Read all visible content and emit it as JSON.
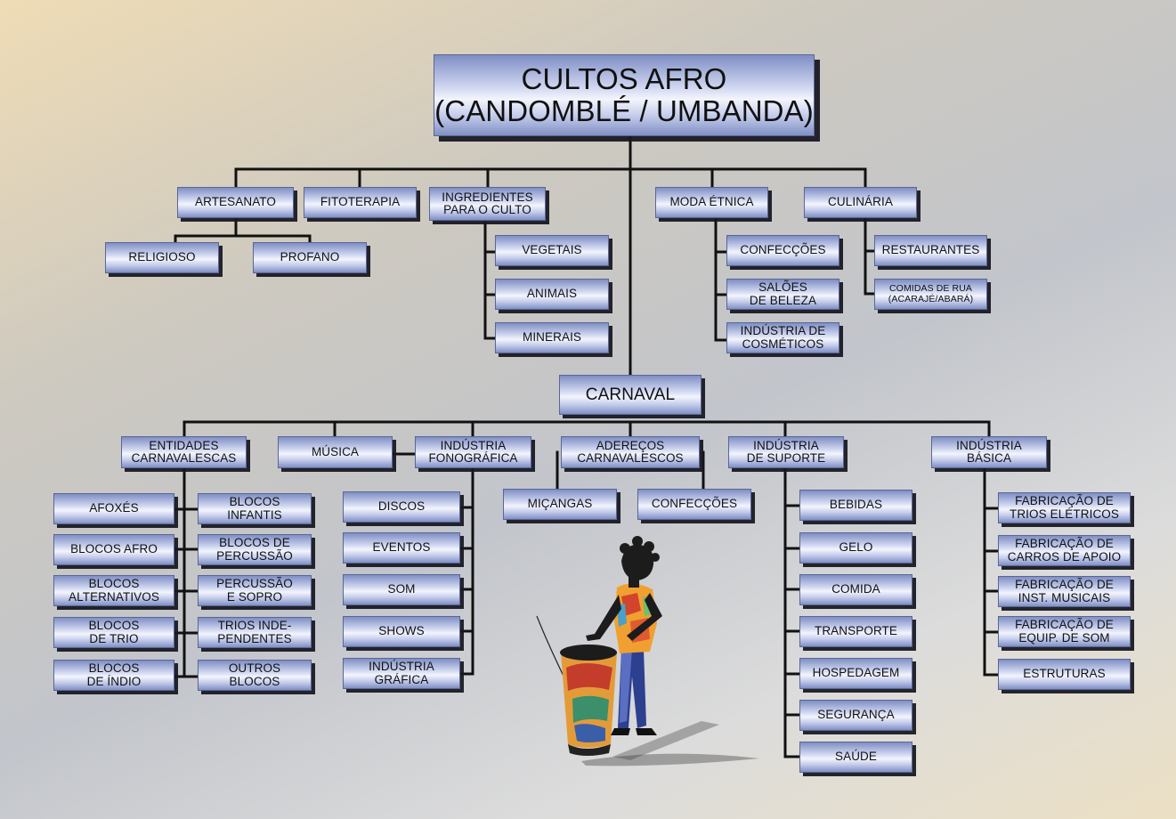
{
  "root": "CULTOS AFRO\n(CANDOMBLÉ / UMBANDA)",
  "branches": {
    "artesanato": "ARTESANATO",
    "religioso": "RELIGIOSO",
    "profano": "PROFANO",
    "fitoterapia": "FITOTERAPIA",
    "ingredientes": "INGREDIENTES\nPARA O CULTO",
    "vegetais": "VEGETAIS",
    "animais": "ANIMAIS",
    "minerais": "MINERAIS",
    "moda": "MODA ÉTNICA",
    "confeccoes_moda": "CONFECÇÕES",
    "saloes": "SALÕES\nDE BELEZA",
    "cosmeticos": "INDÚSTRIA DE\nCOSMÉTICOS",
    "culinaria": "CULINÁRIA",
    "restaurantes": "RESTAURANTES",
    "comidas_rua": "COMIDAS DE RUA\n(ACARAJÉ/ABARÁ)"
  },
  "carnaval": {
    "title": "CARNAVAL",
    "entidades": "ENTIDADES\nCARNAVALESCAS",
    "afoxes": "AFOXÉS",
    "blocos_afro": "BLOCOS AFRO",
    "blocos_alternativos": "BLOCOS\nALTERNATIVOS",
    "blocos_trio": "BLOCOS\nDE TRIO",
    "blocos_indio": "BLOCOS\nDE ÍNDIO",
    "blocos_infantis": "BLOCOS\nINFANTIS",
    "blocos_percussao": "BLOCOS DE\nPERCUSSÃO",
    "percussao_sopro": "PERCUSSÃO\nE SOPRO",
    "trios_independentes": "TRIOS INDE-\nPENDENTES",
    "outros_blocos": "OUTROS\nBLOCOS",
    "musica": "MÚSICA",
    "fonografica": "INDÚSTRIA\nFONOGRÁFICA",
    "discos": "DISCOS",
    "eventos": "EVENTOS",
    "som": "SOM",
    "shows": "SHOWS",
    "grafica": "INDÚSTRIA\nGRÁFICA",
    "aderecos": "ADEREÇOS\nCARNAVALESCOS",
    "micangas": "MIÇANGAS",
    "confeccoes_aderecos": "CONFECÇÕES",
    "suporte": "INDÚSTRIA\nDE SUPORTE",
    "bebidas": "BEBIDAS",
    "gelo": "GELO",
    "comida": "COMIDA",
    "transporte": "TRANSPORTE",
    "hospedagem": "HOSPEDAGEM",
    "seguranca": "SEGURANÇA",
    "saude": "SAÚDE",
    "basica": "INDÚSTRIA\nBÁSICA",
    "trios_eletricos": "FABRICAÇÃO DE\nTRIOS ELÉTRICOS",
    "carros_apoio": "FABRICAÇÃO DE\nCARROS DE APOIO",
    "inst_musicais": "FABRICAÇÃO DE\nINST. MUSICAIS",
    "equip_som": "FABRICAÇÃO DE\nEQUIP. DE SOM",
    "estruturas": "ESTRUTURAS"
  },
  "colors": {
    "box_edge": "#5a6794",
    "box_light": "#f3f5fc",
    "box_dark": "#7f8ec4",
    "line": "#111111"
  },
  "illustration": "drummer-figure"
}
